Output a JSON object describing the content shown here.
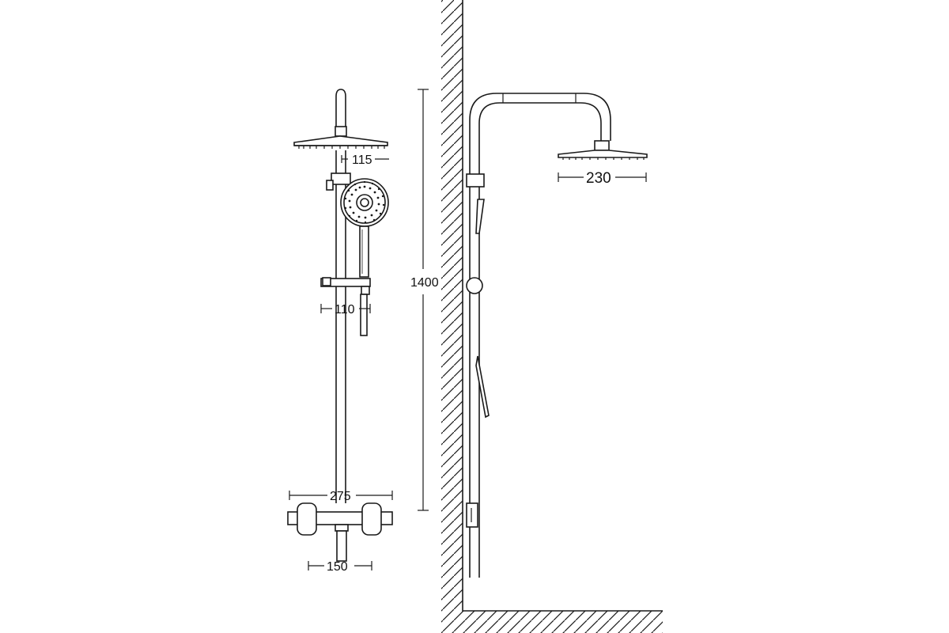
{
  "drawing": {
    "line_color": "#1a1a1a",
    "background": "#ffffff"
  },
  "dimensions": {
    "head_outlet": "115",
    "handshower_offset": "110",
    "mixer_width": "275",
    "inlet_centers": "150",
    "total_height": "1400",
    "head_diameter": "230"
  }
}
